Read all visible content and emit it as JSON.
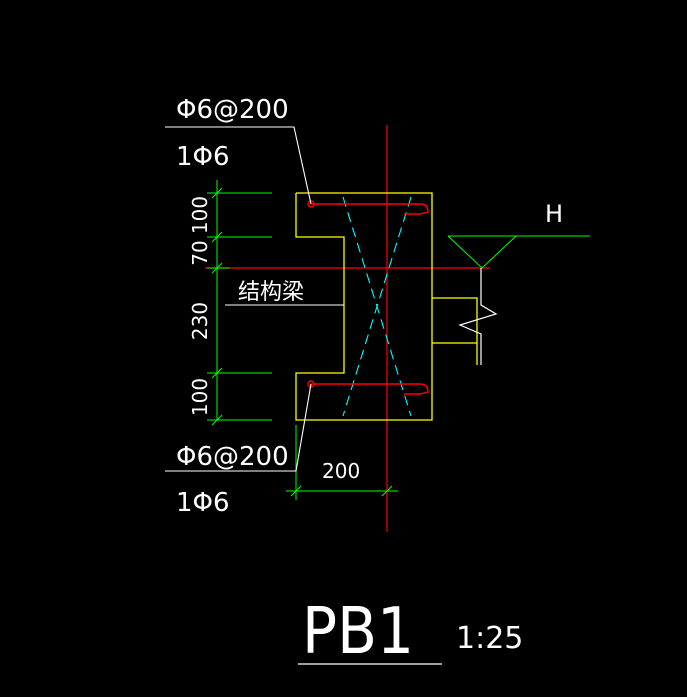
{
  "annotations": {
    "top_rebar_spacing": "Φ6@200",
    "top_rebar_count": "1Φ6",
    "bottom_rebar_spacing": "Φ6@200",
    "bottom_rebar_count": "1Φ6",
    "structural_beam": "结构梁",
    "elevation_mark": "H"
  },
  "dimensions": {
    "vertical": [
      "100",
      "70",
      "230",
      "100"
    ],
    "horizontal": "200"
  },
  "title": {
    "label": "PB1",
    "scale": "1:25"
  },
  "colors": {
    "background": "#000000",
    "outline": "#ffff00",
    "rebar": "#ff0000",
    "axis": "#ff0000",
    "dimension": "#00ff00",
    "diagonal": "#00ffff",
    "text": "#ffffff"
  }
}
